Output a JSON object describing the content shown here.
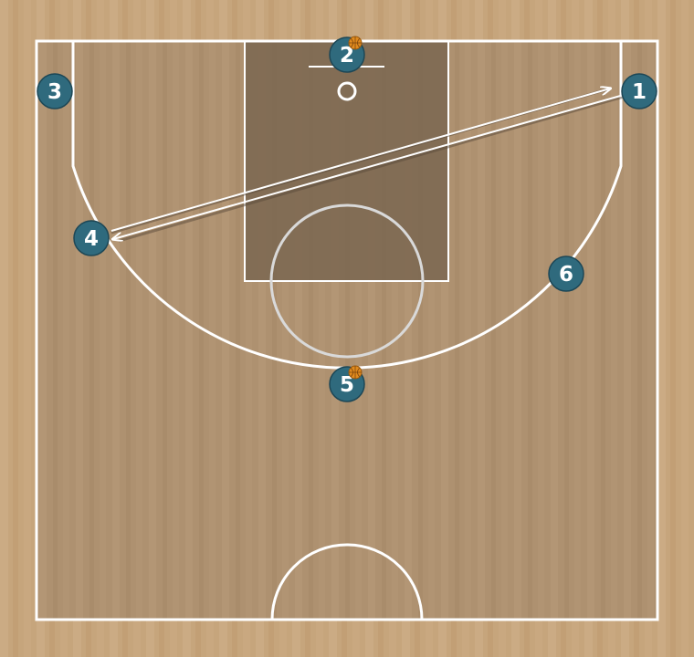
{
  "court": {
    "wood_color": "#c6a57c",
    "inner_color": "#ae9170",
    "paint_color": "#7a6650",
    "line_color": "#ffffff"
  },
  "players": [
    {
      "id": "player-1",
      "label": "1",
      "has_ball": false
    },
    {
      "id": "player-2",
      "label": "2",
      "has_ball": true
    },
    {
      "id": "player-3",
      "label": "3",
      "has_ball": false
    },
    {
      "id": "player-4",
      "label": "4",
      "has_ball": false
    },
    {
      "id": "player-5",
      "label": "5",
      "has_ball": true
    },
    {
      "id": "player-6",
      "label": "6",
      "has_ball": false
    }
  ],
  "actions": [
    {
      "type": "pass",
      "from": "1",
      "to": "4"
    },
    {
      "type": "pass",
      "from": "4",
      "to": "1"
    }
  ],
  "colors": {
    "player_fill": "#2f6a7d",
    "player_stroke": "#1d4756",
    "ball": "#e08a1e",
    "pass_line": "#ffffff"
  }
}
